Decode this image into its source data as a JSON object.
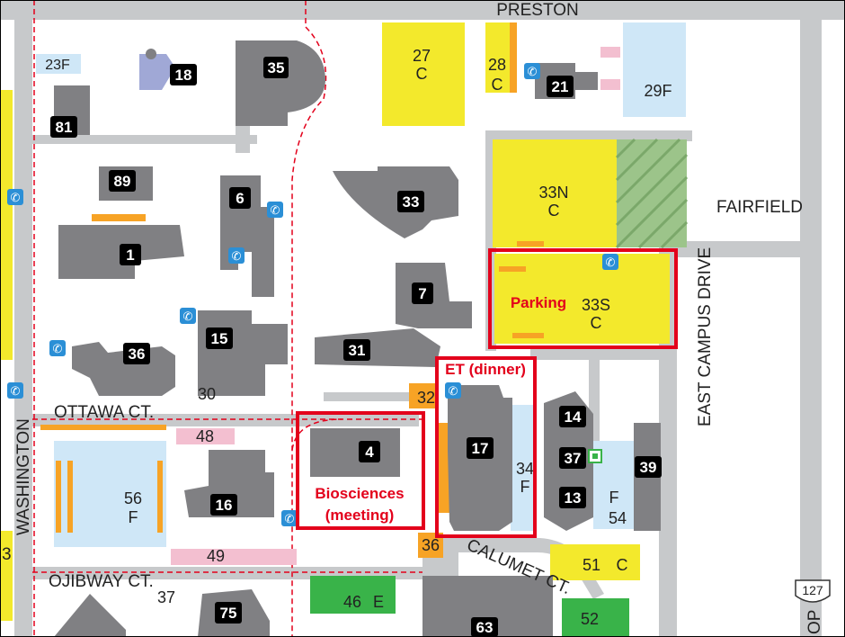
{
  "colors": {
    "road": "#c7c9cb",
    "building": "#808083",
    "parking_commuter": "#f3e92c",
    "parking_faculty": "#cfe7f7",
    "parking_orange": "#f7a325",
    "parking_green": "#39b349",
    "pink": "#f3bfd0",
    "highlight": "#e3001b",
    "phone": "#2b8fd6"
  },
  "streets": {
    "preston": "PRESTON",
    "fairfield": "FAIRFIELD",
    "east_campus_drive": "EAST CAMPUS DRIVE",
    "washington": "WASHINGTON",
    "ottawa": "OTTAWA CT.",
    "ojibway": "OJIBWAY CT.",
    "calumet": "CALUMET CT.",
    "route": "127",
    "partial_right": "OP",
    "partial_left": "3"
  },
  "buildings": {
    "b1": "1",
    "b4": "4",
    "b6": "6",
    "b7": "7",
    "b13": "13",
    "b14": "14",
    "b15": "15",
    "b16": "16",
    "b17": "17",
    "b18": "18",
    "b21": "21",
    "b31": "31",
    "b33": "33",
    "b35": "35",
    "b36": "36",
    "b37": "37",
    "b39": "39",
    "b63": "63",
    "b75": "75",
    "b81": "81",
    "b89": "89"
  },
  "lots": {
    "l23": "23F",
    "l27": "27",
    "l27c": "C",
    "l28": "28",
    "l28c": "C",
    "l29": "29F",
    "l30": "30",
    "l32": "32",
    "l33n": "33N",
    "l33nc": "C",
    "l33s": "33S",
    "l33sc": "C",
    "l34": "34",
    "l34f": "F",
    "l36o": "36",
    "l46": "46",
    "l46e": "E",
    "l48": "48",
    "l49": "49",
    "l51": "51",
    "l51c": "C",
    "l52": "52",
    "l54": "54",
    "l54f": "F",
    "l56": "56",
    "l56f": "F",
    "l37": "37"
  },
  "highlights": {
    "parking": "Parking",
    "dinner": "ET (dinner)",
    "biosciences": "Biosciences",
    "meeting": "(meeting)"
  }
}
